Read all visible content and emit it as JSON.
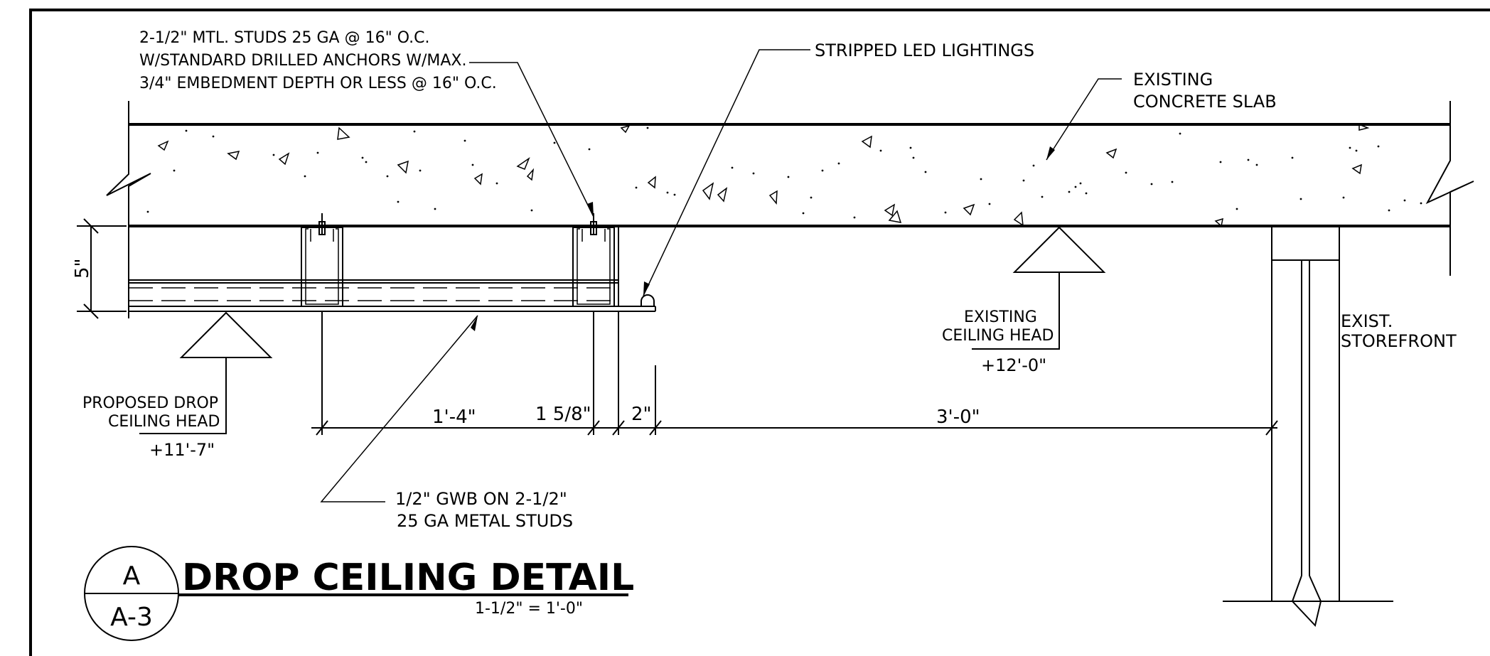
{
  "notes": {
    "studs_line1": "2-1/2\" MTL. STUDS 25 GA @ 16\" O.C.",
    "studs_line2": "W/STANDARD DRILLED ANCHORS W/MAX.",
    "studs_line3": "3/4\" EMBEDMENT DEPTH OR LESS @ 16\" O.C.",
    "led": "STRIPPED LED LIGHTINGS",
    "slab_line1": "EXISTING",
    "slab_line2": "CONCRETE SLAB",
    "gwb_line1": "1/2\" GWB ON 2-1/2\"",
    "gwb_line2": "25 GA METAL STUDS",
    "storefront_line1": "EXIST.",
    "storefront_line2": "STOREFRONT"
  },
  "heads": {
    "proposed_line1": "PROPOSED DROP",
    "proposed_line2": "CEILING HEAD",
    "proposed_elev": "+11'-7\"",
    "existing_line1": "EXISTING",
    "existing_line2": "CEILING HEAD",
    "existing_elev": "+12'-0\""
  },
  "dimensions": {
    "vertical": "5\"",
    "d1": "1'-4\"",
    "d2": "1 5/8\"",
    "d3": "2\"",
    "d4": "3'-0\""
  },
  "title_block": {
    "bubble_top": "A",
    "bubble_bottom": "A-3",
    "title": "DROP CEILING DETAIL",
    "scale": "1-1/2\" = 1'-0\""
  }
}
